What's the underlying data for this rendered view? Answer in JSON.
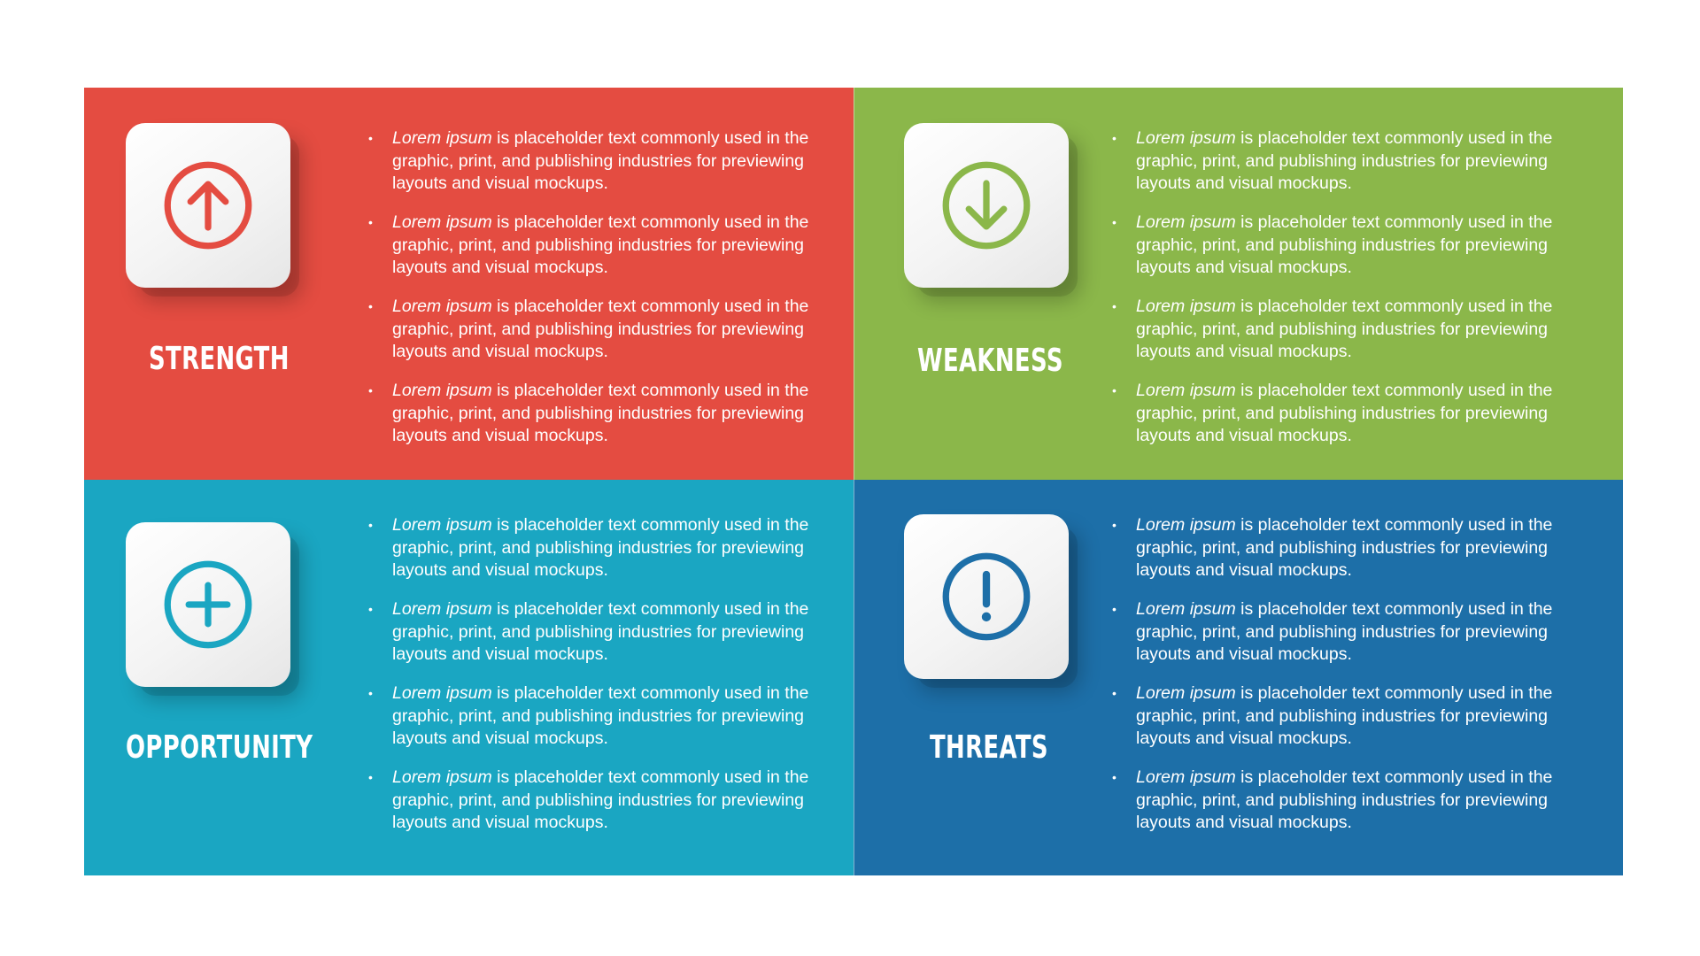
{
  "quadrants": [
    {
      "key": "strength",
      "title": "STRENGTH",
      "icon": "arrow-up-circle-icon",
      "color": "#e44c41",
      "bullets": [
        {
          "lead": "Lorem ipsum",
          "text": " is placeholder text commonly used in the graphic, print, and publishing industries for previewing layouts and visual mockups."
        },
        {
          "lead": "Lorem ipsum",
          "text": " is placeholder text commonly used in the graphic, print, and publishing industries for previewing layouts and visual mockups."
        },
        {
          "lead": "Lorem ipsum",
          "text": " is placeholder text commonly used in the graphic, print, and publishing industries for previewing layouts and visual mockups."
        },
        {
          "lead": "Lorem ipsum",
          "text": " is placeholder text commonly used in the graphic, print, and publishing industries for previewing layouts and visual mockups."
        }
      ]
    },
    {
      "key": "weakness",
      "title": "WEAKNESS",
      "icon": "arrow-down-circle-icon",
      "color": "#8bb74a",
      "bullets": [
        {
          "lead": "Lorem ipsum",
          "text": " is placeholder text commonly used in the graphic, print, and publishing industries for previewing layouts and visual mockups."
        },
        {
          "lead": "Lorem ipsum",
          "text": " is placeholder text commonly used in the graphic, print, and publishing industries for previewing layouts and visual mockups."
        },
        {
          "lead": "Lorem ipsum",
          "text": " is placeholder text commonly used in the graphic, print, and publishing industries for previewing layouts and visual mockups."
        },
        {
          "lead": "Lorem ipsum",
          "text": " is placeholder text commonly used in the graphic, print, and publishing industries for previewing layouts and visual mockups."
        }
      ]
    },
    {
      "key": "opportunity",
      "title": "OPPORTUNITY",
      "icon": "plus-circle-icon",
      "color": "#1aa6c2",
      "bullets": [
        {
          "lead": "Lorem ipsum",
          "text": " is placeholder text commonly used in the graphic, print, and publishing industries for previewing layouts and visual mockups."
        },
        {
          "lead": "Lorem ipsum",
          "text": " is placeholder text commonly used in the graphic, print, and publishing industries for previewing layouts and visual mockups."
        },
        {
          "lead": "Lorem ipsum",
          "text": " is placeholder text commonly used in the graphic, print, and publishing industries for previewing layouts and visual mockups."
        },
        {
          "lead": "Lorem ipsum",
          "text": " is placeholder text commonly used in the graphic, print, and publishing industries for previewing layouts and visual mockups."
        }
      ]
    },
    {
      "key": "threats",
      "title": "THREATS",
      "icon": "exclamation-circle-icon",
      "color": "#1d6fa8",
      "bullets": [
        {
          "lead": "Lorem ipsum",
          "text": " is placeholder text commonly used in the graphic, print, and publishing industries for previewing layouts and visual mockups."
        },
        {
          "lead": "Lorem ipsum",
          "text": " is placeholder text commonly used in the graphic, print, and publishing industries for previewing layouts and visual mockups."
        },
        {
          "lead": "Lorem ipsum",
          "text": " is placeholder text commonly used in the graphic, print, and publishing industries for previewing layouts and visual mockups."
        },
        {
          "lead": "Lorem ipsum",
          "text": " is placeholder text commonly used in the graphic, print, and publishing industries for previewing layouts and visual mockups."
        }
      ]
    }
  ]
}
